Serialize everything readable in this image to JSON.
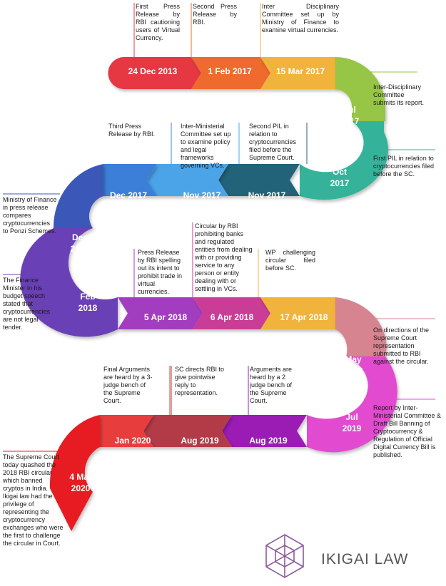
{
  "timeline": [
    {
      "date": "24 Dec 2013",
      "color": "#e53943",
      "note": "First Press Release by RBI cautioning users of Virtual Currency."
    },
    {
      "date": "1 Feb 2017",
      "color": "#ef6b2e",
      "note": "Second Press Release by RBI."
    },
    {
      "date": "15 Mar 2017",
      "color": "#f0b33b",
      "note": "Inter Disciplinary Committee set up by Ministry of Finance to examine virtual currencies."
    },
    {
      "date": "Jul 2017",
      "color": "#97c544",
      "note": "Inter-Disciplinary Committee submits its report."
    },
    {
      "date": "Oct 2017",
      "color": "#34b39a",
      "note": "First PIL in relation to cryptocurrencies filed before the SC."
    },
    {
      "date": "Nov 2017",
      "color": "#23637a",
      "note": "Second PIL in relation to cryptocurrencies filed before the Supreme Court."
    },
    {
      "date": "Nov 2017",
      "color": "#4ba4e8",
      "note": "Inter-Ministerial Committee set up to examine policy and legal frameworks governing VCs."
    },
    {
      "date": "Dec 2017",
      "color": "#3b7fd8",
      "note": "Third Press Release by RBI."
    },
    {
      "date": "Dec 2017",
      "color": "#3a58b8",
      "note": "Ministry of Finance in press release compares cryptocurrencies to Ponzi Schemes."
    },
    {
      "date": "Feb 2018",
      "color": "#6a3fb6",
      "note": "The Finance Minister in his budget speech stated that cryptocurrencies are not legal tender."
    },
    {
      "date": "5 Apr 2018",
      "color": "#a33cc0",
      "note": "Press Release by RBI spelling out its intent to prohibit trade in virtual currencies."
    },
    {
      "date": "6 Apr 2018",
      "color": "#c93d96",
      "note": "Circular by RBI prohibiting banks and regulated entities from dealing with or providing service to any person or entity dealing with or settling in VCs."
    },
    {
      "date": "17 Apr 2018",
      "color": "#f0b33b",
      "note": "WP challenging circular filed before SC."
    },
    {
      "date": "May 2018",
      "color": "#d6848f",
      "note": "On directions of the Supreme Court representation submitted to RBI against the circular."
    },
    {
      "date": "Jul 2019",
      "color": "#e24ccf",
      "note": "Report by Inter-Ministerial Committee & Draft Bill Banning of Cryptocurrency & Regulation of Official Digital Currency Bill is published."
    },
    {
      "date": "Aug 2019",
      "color": "#9a1fb5",
      "note": "Arguments are heard by a 2 judge bench of the Supreme Court."
    },
    {
      "date": "Aug 2019",
      "color": "#b33b47",
      "note": "SC directs RBI to give pointwise reply to representation."
    },
    {
      "date": "Jan 2020",
      "color": "#e73c3c",
      "note": "Final Arguments are heard by a 3-judge bench of the Supreme Court."
    },
    {
      "date": "4 Mar 2020",
      "color": "#e61c23",
      "note": "The Supreme Court today quashed the 2018 RBI circular which banned cryptos in India. Ikigai law had the privilege of representing the cryptocurrency exchanges who were the first to challenge the circular in Court."
    }
  ],
  "logo": {
    "text": "IKIGAI LAW",
    "icon": "hexagon-cube-icon",
    "color": "#8b5a9b"
  }
}
